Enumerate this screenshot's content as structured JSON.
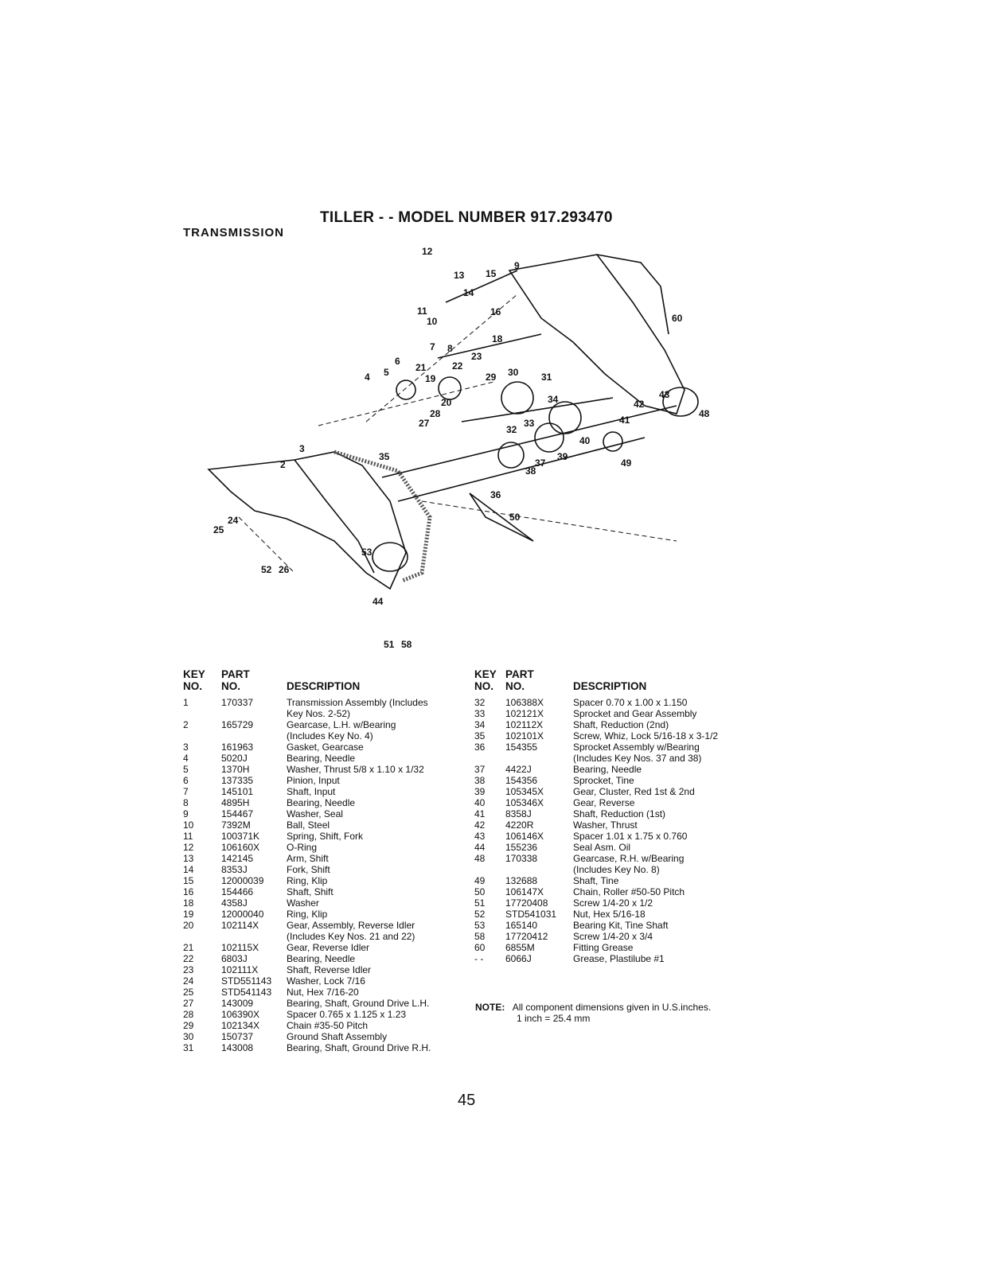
{
  "title": "TILLER - - MODEL NUMBER 917.293470",
  "section": "TRANSMISSION",
  "headers": {
    "key_top": "KEY",
    "key_bottom": "NO.",
    "part_top": "PART",
    "part_bottom": "NO.",
    "description": "DESCRIPTION"
  },
  "parts_left": [
    {
      "key": "1",
      "part": "170337",
      "desc": [
        "Transmission Assembly (Includes",
        "Key Nos. 2-52)"
      ]
    },
    {
      "key": "2",
      "part": "165729",
      "desc": [
        "Gearcase, L.H. w/Bearing",
        "(Includes Key No. 4)"
      ]
    },
    {
      "key": "3",
      "part": "161963",
      "desc": [
        "Gasket, Gearcase"
      ]
    },
    {
      "key": "4",
      "part": "5020J",
      "desc": [
        "Bearing, Needle"
      ]
    },
    {
      "key": "5",
      "part": "1370H",
      "desc": [
        "Washer, Thrust  5/8 x 1.10 x 1/32"
      ]
    },
    {
      "key": "6",
      "part": "137335",
      "desc": [
        "Pinion, Input"
      ]
    },
    {
      "key": "7",
      "part": "145101",
      "desc": [
        "Shaft, Input"
      ]
    },
    {
      "key": "8",
      "part": "4895H",
      "desc": [
        "Bearing, Needle"
      ]
    },
    {
      "key": "9",
      "part": "154467",
      "desc": [
        "Washer, Seal"
      ]
    },
    {
      "key": "10",
      "part": "7392M",
      "desc": [
        "Ball, Steel"
      ]
    },
    {
      "key": "11",
      "part": "100371K",
      "desc": [
        "Spring, Shift, Fork"
      ]
    },
    {
      "key": "12",
      "part": "106160X",
      "desc": [
        "O-Ring"
      ]
    },
    {
      "key": "13",
      "part": "142145",
      "desc": [
        "Arm, Shift"
      ]
    },
    {
      "key": "14",
      "part": "8353J",
      "desc": [
        "Fork, Shift"
      ]
    },
    {
      "key": "15",
      "part": "12000039",
      "desc": [
        "Ring, Klip"
      ]
    },
    {
      "key": "16",
      "part": "154466",
      "desc": [
        "Shaft, Shift"
      ]
    },
    {
      "key": "18",
      "part": "4358J",
      "desc": [
        "Washer"
      ]
    },
    {
      "key": "19",
      "part": "12000040",
      "desc": [
        "Ring, Klip"
      ]
    },
    {
      "key": "20",
      "part": "102114X",
      "desc": [
        "Gear, Assembly, Reverse Idler",
        "(Includes Key Nos. 21 and 22)"
      ]
    },
    {
      "key": "21",
      "part": "102115X",
      "desc": [
        "Gear, Reverse Idler"
      ]
    },
    {
      "key": "22",
      "part": "6803J",
      "desc": [
        "Bearing, Needle"
      ]
    },
    {
      "key": "23",
      "part": "102111X",
      "desc": [
        "Shaft, Reverse Idler"
      ]
    },
    {
      "key": "24",
      "part": "STD551143",
      "desc": [
        "Washer, Lock  7/16"
      ]
    },
    {
      "key": "25",
      "part": "STD541143",
      "desc": [
        "Nut, Hex  7/16-20"
      ]
    },
    {
      "key": "27",
      "part": "143009",
      "desc": [
        "Bearing, Shaft, Ground Drive L.H."
      ]
    },
    {
      "key": "28",
      "part": "106390X",
      "desc": [
        "Spacer  0.765 x 1.125 x 1.23"
      ]
    },
    {
      "key": "29",
      "part": "102134X",
      "desc": [
        "Chain  #35-50 Pitch"
      ]
    },
    {
      "key": "30",
      "part": "150737",
      "desc": [
        "Ground Shaft Assembly"
      ]
    },
    {
      "key": "31",
      "part": "143008",
      "desc": [
        "Bearing, Shaft, Ground Drive R.H."
      ]
    }
  ],
  "parts_right": [
    {
      "key": "32",
      "part": "106388X",
      "desc": [
        "Spacer  0.70 x 1.00 x 1.150"
      ]
    },
    {
      "key": "33",
      "part": "102121X",
      "desc": [
        "Sprocket and Gear Assembly"
      ]
    },
    {
      "key": "34",
      "part": "102112X",
      "desc": [
        "Shaft, Reduction (2nd)"
      ]
    },
    {
      "key": "35",
      "part": "102101X",
      "desc": [
        "Screw, Whiz, Lock 5/16-18 x 3-1/2"
      ]
    },
    {
      "key": "36",
      "part": "154355",
      "desc": [
        "Sprocket Assembly w/Bearing",
        "(Includes Key Nos. 37 and 38)"
      ]
    },
    {
      "key": "37",
      "part": "4422J",
      "desc": [
        "Bearing, Needle"
      ]
    },
    {
      "key": "38",
      "part": "154356",
      "desc": [
        "Sprocket, Tine"
      ]
    },
    {
      "key": "39",
      "part": "105345X",
      "desc": [
        "Gear, Cluster, Red 1st & 2nd"
      ]
    },
    {
      "key": "40",
      "part": "105346X",
      "desc": [
        "Gear, Reverse"
      ]
    },
    {
      "key": "41",
      "part": "8358J",
      "desc": [
        "Shaft, Reduction (1st)"
      ]
    },
    {
      "key": "42",
      "part": "4220R",
      "desc": [
        "Washer, Thrust"
      ]
    },
    {
      "key": "43",
      "part": "106146X",
      "desc": [
        "Spacer  1.01 x 1.75 x 0.760"
      ]
    },
    {
      "key": "44",
      "part": "155236",
      "desc": [
        "Seal Asm. Oil"
      ]
    },
    {
      "key": "48",
      "part": "170338",
      "desc": [
        "Gearcase, R.H. w/Bearing",
        "(Includes Key No. 8)"
      ]
    },
    {
      "key": "49",
      "part": "132688",
      "desc": [
        "Shaft, Tine"
      ]
    },
    {
      "key": "50",
      "part": "106147X",
      "desc": [
        "Chain, Roller  #50-50 Pitch"
      ]
    },
    {
      "key": "51",
      "part": "17720408",
      "desc": [
        "Screw  1/4-20 x 1/2"
      ]
    },
    {
      "key": "52",
      "part": "STD541031",
      "desc": [
        "Nut, Hex  5/16-18"
      ]
    },
    {
      "key": "53",
      "part": "165140",
      "desc": [
        "Bearing Kit, Tine Shaft"
      ]
    },
    {
      "key": "58",
      "part": "17720412",
      "desc": [
        "Screw  1/4-20 x 3/4"
      ]
    },
    {
      "key": "60",
      "part": "6855M",
      "desc": [
        "Fitting Grease"
      ]
    },
    {
      "key": "- -",
      "part": "6066J",
      "desc": [
        "Grease, Plastilube #1"
      ]
    }
  ],
  "note": {
    "label": "NOTE:",
    "line1": "All component dimensions given in U.S.inches.",
    "line2": "1 inch = 25.4 mm"
  },
  "callouts": [
    "12",
    "13",
    "15",
    "9",
    "14",
    "11",
    "10",
    "16",
    "6",
    "5",
    "8",
    "7",
    "18",
    "23",
    "4",
    "21",
    "22",
    "19",
    "29",
    "30",
    "31",
    "20",
    "28",
    "27",
    "32",
    "33",
    "34",
    "42",
    "43",
    "41",
    "40",
    "39",
    "37",
    "38",
    "36",
    "35",
    "3",
    "2",
    "24",
    "25",
    "26",
    "52",
    "53",
    "50",
    "44",
    "51",
    "58",
    "49",
    "48",
    "60"
  ],
  "page_number": "45"
}
